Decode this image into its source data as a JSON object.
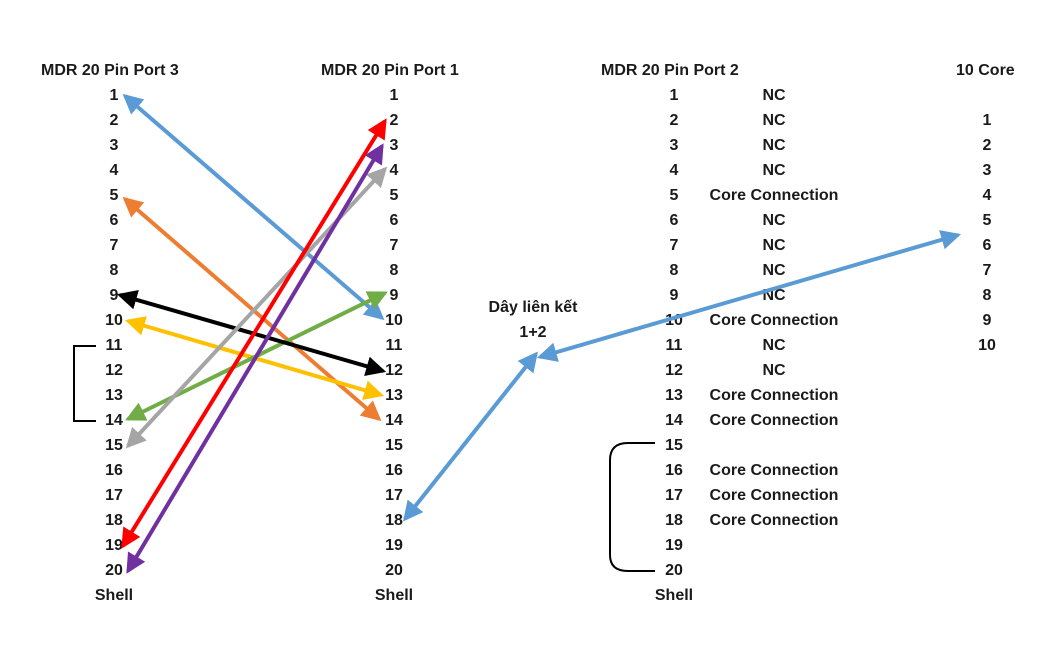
{
  "headers": {
    "port3": "MDR 20 Pin Port 3",
    "port1": "MDR 20 Pin Port 1",
    "port2": "MDR 20 Pin Port 2",
    "core10": "10 Core"
  },
  "link_label": {
    "line1": "Dây liên kết",
    "line2": "1+2"
  },
  "port3_pins": [
    "1",
    "2",
    "3",
    "4",
    "5",
    "6",
    "7",
    "8",
    "9",
    "10",
    "11",
    "12",
    "13",
    "14",
    "15",
    "16",
    "17",
    "18",
    "19",
    "20",
    "Shell"
  ],
  "port1_pins": [
    "1",
    "2",
    "3",
    "4",
    "5",
    "6",
    "7",
    "8",
    "9",
    "10",
    "11",
    "12",
    "13",
    "14",
    "15",
    "16",
    "17",
    "18",
    "19",
    "20",
    "Shell"
  ],
  "port2_pins": [
    "1",
    "2",
    "3",
    "4",
    "5",
    "6",
    "7",
    "8",
    "9",
    "10",
    "11",
    "12",
    "13",
    "14",
    "15",
    "16",
    "17",
    "18",
    "19",
    "20",
    "Shell"
  ],
  "port2_status": [
    "NC",
    "NC",
    "NC",
    "NC",
    "Core Connection",
    "NC",
    "NC",
    "NC",
    "NC",
    "Core Connection",
    "NC",
    "NC",
    "Core Connection",
    "Core Connection",
    "",
    "Core Connection",
    "Core Connection",
    "Core Connection",
    "",
    ""
  ],
  "core10_pins": [
    "1",
    "2",
    "3",
    "4",
    "5",
    "6",
    "7",
    "8",
    "9",
    "10"
  ],
  "connections": [
    {
      "from": "Port 3 pin 1",
      "to": "Port 1 pin 10",
      "color": "#5b9bd5"
    },
    {
      "from": "Port 3 pin 5",
      "to": "Port 1 pin 14",
      "color": "#ed7d31"
    },
    {
      "from": "Port 3 pin 9",
      "to": "Port 1 pin 12",
      "color": "#000000"
    },
    {
      "from": "Port 3 pin 10",
      "to": "Port 1 pin 13",
      "color": "#ffc000"
    },
    {
      "from": "Port 3 pin 14",
      "to": "Port 1 pin 9",
      "color": "#70ad47"
    },
    {
      "from": "Port 3 pin 15",
      "to": "Port 1 pin 4",
      "color": "#a5a5a5"
    },
    {
      "from": "Port 3 pin 19",
      "to": "Port 1 pin 2",
      "color": "#ff0000"
    },
    {
      "from": "Port 3 pin 20",
      "to": "Port 1 pin 3",
      "color": "#7030a0"
    },
    {
      "from": "Port 1 pin 18",
      "to": "Dây liên kết 1+2",
      "color": "#5b9bd5"
    },
    {
      "from": "Dây liên kết 1+2",
      "to": "10 Core pin 6",
      "color": "#5b9bd5"
    }
  ],
  "brackets": [
    {
      "port": "Port 3",
      "from_pin": "11",
      "to_pin": "14"
    },
    {
      "port": "Port 2",
      "from_pin": "15",
      "to_pin": "20"
    }
  ]
}
